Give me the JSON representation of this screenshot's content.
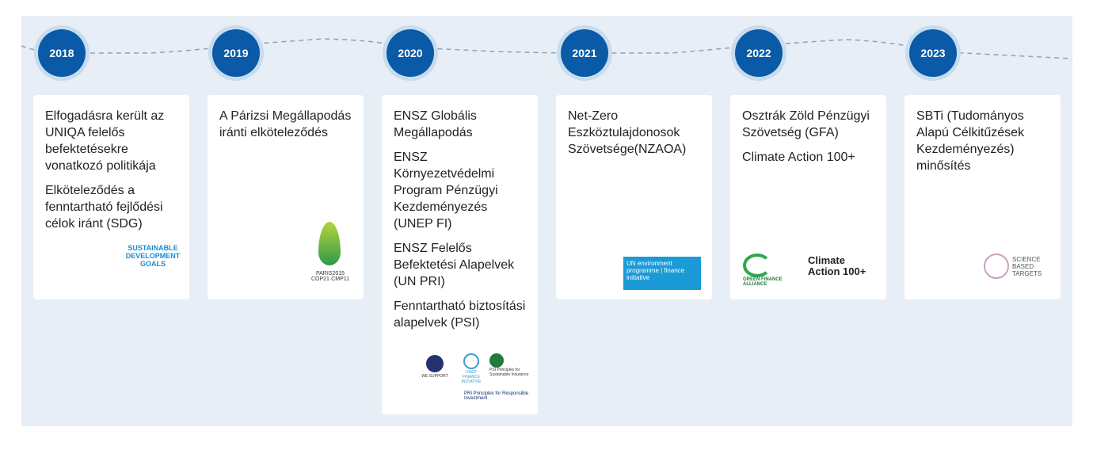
{
  "timeline": [
    {
      "year": "2018",
      "items": [
        "Elfogadásra került az UNIQA felelős befektetésekre vonatkozó politikája",
        "Elköteleződés a fenntartható fejlődési célok iránt (SDG)"
      ],
      "logos": [
        "SUSTAINABLE DEVELOPMENT GOALS"
      ]
    },
    {
      "year": "2019",
      "items": [
        "A Párizsi Megállapodás iránti elköteleződés"
      ],
      "logos": [
        "PARIS2015 COP21·CMP11"
      ]
    },
    {
      "year": "2020",
      "items": [
        "ENSZ Globális Megállapodás",
        "ENSZ Környezetvédelmi Program Pénzügyi Kezdeményezés (UNEP FI)",
        "ENSZ Felelős Befektetési Alapelvek (UN PRI)",
        "Fenntartható biztosítási alapelvek (PSI)"
      ],
      "logos": [
        "WE SUPPORT",
        "UNEP FINANCE INITIATIVE",
        "PSI Principles for Sustainable Insurance",
        "PRI Principles for Responsible Investment"
      ]
    },
    {
      "year": "2021",
      "items": [
        "Net-Zero Eszköztulajdonosok Szövetsége(NZAOA)"
      ],
      "logos": [
        "UN environment programme | finance initiative"
      ]
    },
    {
      "year": "2022",
      "items": [
        "Osztrák Zöld Pénzügyi Szövetség (GFA)",
        "Climate Action 100+"
      ],
      "logos": [
        "GREEN FINANCE ALLIANCE",
        "Climate Action 100+"
      ]
    },
    {
      "year": "2023",
      "items": [
        "SBTi (Tudományos Alapú Célkitűzések Kezdeményezés) minősítés"
      ],
      "logos": [
        "SCIENCE BASED TARGETS"
      ]
    }
  ],
  "colors": {
    "accent": "#0b5aa8",
    "panel": "#e8eef6"
  }
}
